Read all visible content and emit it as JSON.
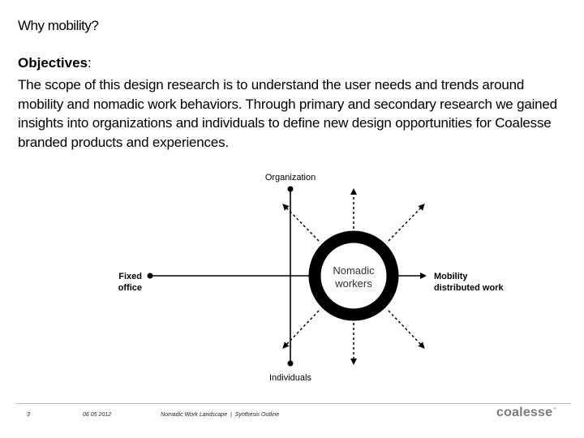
{
  "slide": {
    "title": "Why mobility?",
    "objectives_label": "Objectives",
    "objectives_colon": ":",
    "body": "The scope of this design research is to understand the user needs and trends around mobility and nomadic work behaviors. Through primary and secondary research we gained insights into organizations and individuals to define new design opportunities for Coalesse branded products and experiences."
  },
  "diagram": {
    "top_label": "Organization",
    "bottom_label": "Individuals",
    "left_label_line1": "Fixed",
    "left_label_line2": "office",
    "right_label_line1": "Mobility",
    "right_label_line2": "distributed work",
    "center_line1": "Nomadic",
    "center_line2": "workers",
    "ring_color": "#000000",
    "center_text_color": "#333333"
  },
  "footer": {
    "page_number": "3",
    "date": "06 05 2012",
    "doc_title": "Nomadic Work Landscape  |  Synthesis Outline",
    "logo_text": "coalesse",
    "logo_mark": "™"
  }
}
